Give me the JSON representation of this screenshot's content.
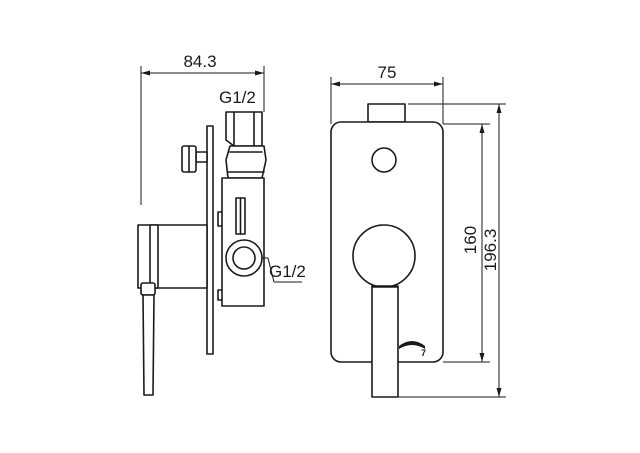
{
  "dimensions": {
    "depth": "84.3",
    "width": "75",
    "plate_height": "160",
    "total_height": "196.3"
  },
  "thread_labels": {
    "top_inlet": "G1/2",
    "side_outlet": "G1/2"
  },
  "logo": "7"
}
